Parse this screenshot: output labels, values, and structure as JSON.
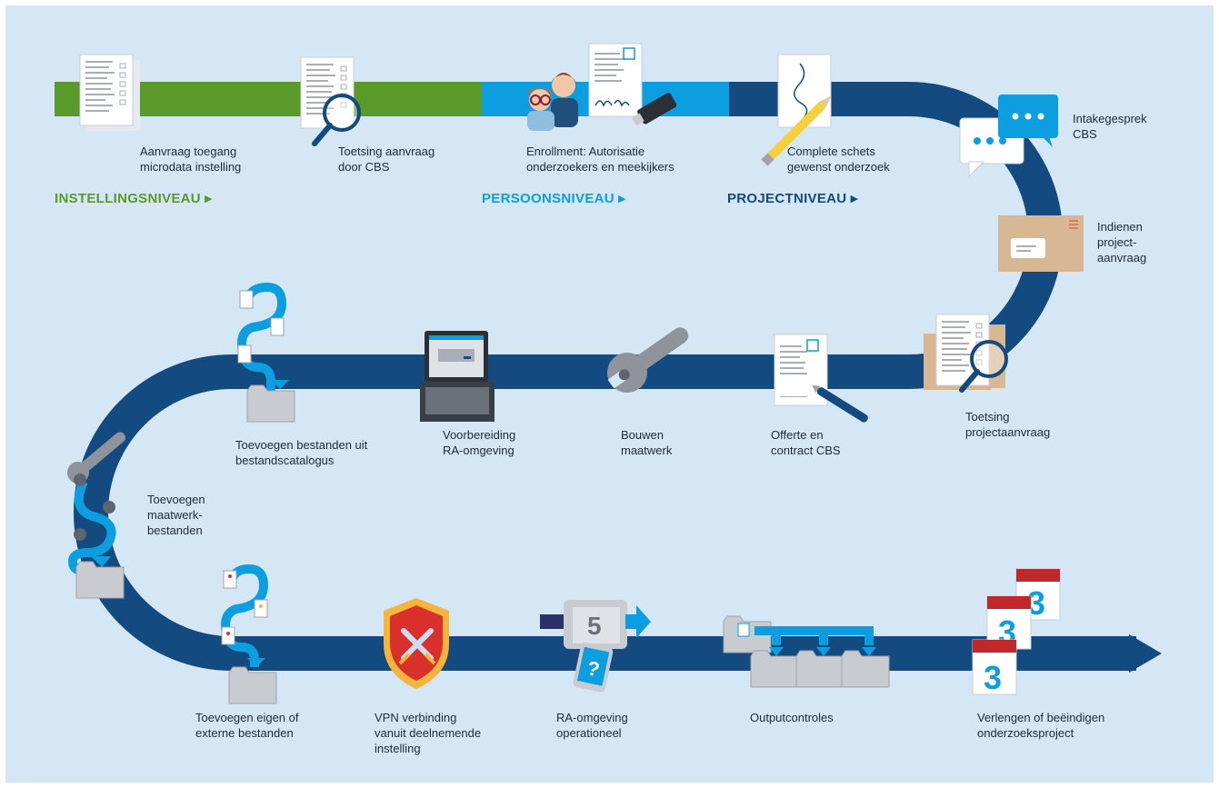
{
  "levels": {
    "institution": "INSTELLINGSNIVEAU ▸",
    "person": "PERSOONSNIVEAU ▸",
    "project": "PROJECTNIVEAU ▸"
  },
  "steps": {
    "s1": "Aanvraag toegang\nmicrodata instelling",
    "s2": "Toetsing aanvraag\ndoor CBS",
    "s3": "Enrollment: Autorisatie\nonderzoekers en meekijkers",
    "s4": "Complete schets\ngewenst onderzoek",
    "s5": "Intakegesprek\nCBS",
    "s6": "Indienen\nproject-\naanvraag",
    "s7": "Toetsing\nprojectaanvraag",
    "s8": "Offerte en\ncontract CBS",
    "s9": "Bouwen\nmaatwerk",
    "s10": "Voorbereiding\nRA-omgeving",
    "s11": "Toevoegen bestanden uit\nbestandscatalogus",
    "s12": "Toevoegen\nmaatwerk-\nbestanden",
    "s13": "Toevoegen eigen of\nexterne bestanden",
    "s14": "VPN verbinding\nvanuit deelnemende\ninstelling",
    "s15": "RA-omgeving\noperationeel",
    "s16": "Outputcontroles",
    "s17": "Verlengen of beëindigen\nonderzoeksproject"
  },
  "icon_glyphs": {
    "calendar_day": "3",
    "release_number": "5",
    "question_mark": "?"
  },
  "colors": {
    "background": "#d5e7f5",
    "green": "#5a9a2b",
    "cyan": "#0d9ee0",
    "navy": "#134a7f",
    "text": "#1f2a3a"
  }
}
